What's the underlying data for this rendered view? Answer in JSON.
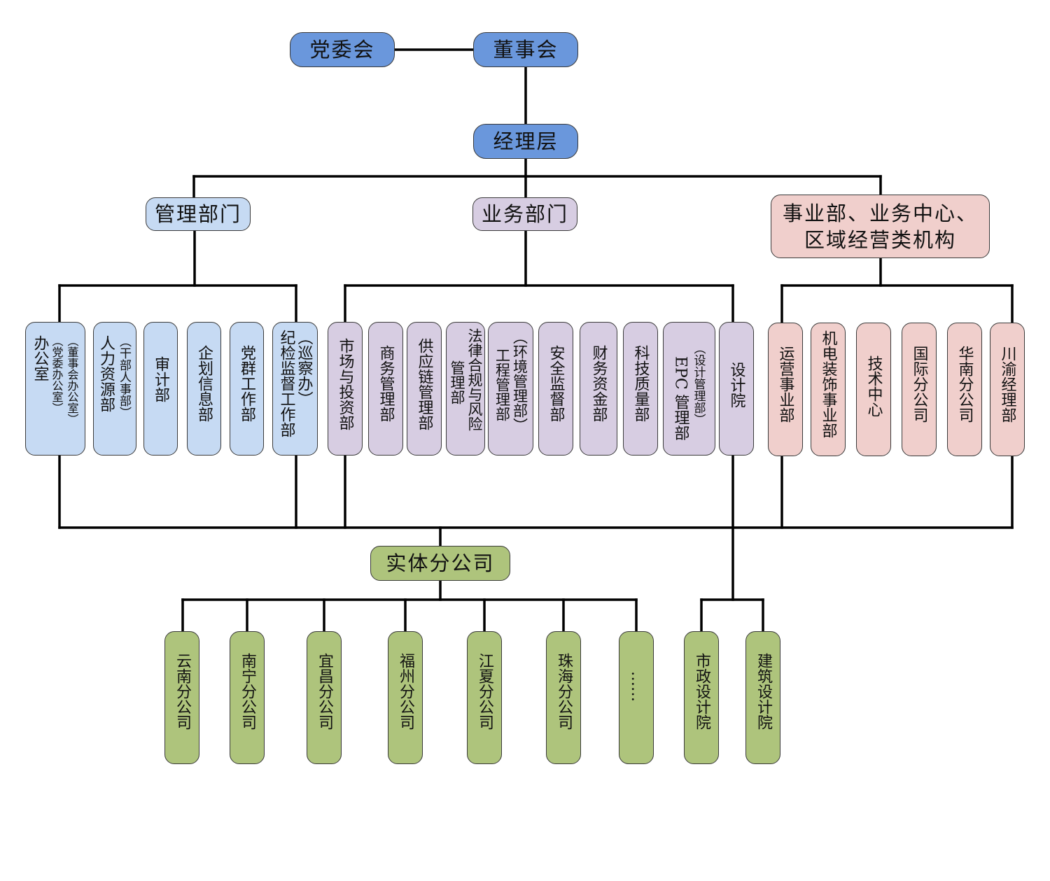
{
  "top": {
    "party": "党委会",
    "board": "董事会",
    "mgmt": "经理层"
  },
  "groups": {
    "admin": "管理部门",
    "business": "业务部门",
    "division_line1": "事业部、业务中心、",
    "division_line2": "区域经营类机构"
  },
  "admin_depts": [
    {
      "l1": "（董事会办公室）",
      "l2": "（党委办公室）",
      "l3": "办公室"
    },
    {
      "l1": "（干部人事部）",
      "l2": "人力资源部"
    },
    {
      "l1": "审计部"
    },
    {
      "l1": "企划信息部"
    },
    {
      "l1": "党群工作部"
    },
    {
      "l1": "（巡察办）",
      "l2": "纪检监督工作部"
    }
  ],
  "business_depts": [
    {
      "l1": "市场与投资部"
    },
    {
      "l1": "商务管理部"
    },
    {
      "l1": "供应链管理部"
    },
    {
      "l1": "法律合规与风险",
      "l2": "管理部"
    },
    {
      "l1": "（环境管理部）",
      "l2": "工程管理部"
    },
    {
      "l1": "安全监督部"
    },
    {
      "l1": "财务资金部"
    },
    {
      "l1": "科技质量部"
    },
    {
      "l1": "（设计管理部）",
      "l2": "EPC 管理部"
    },
    {
      "l1": "设计院"
    }
  ],
  "division_depts": [
    {
      "l1": "运营事业部"
    },
    {
      "l1": "机电装饰事业部"
    },
    {
      "l1": "技术中心"
    },
    {
      "l1": "国际分公司"
    },
    {
      "l1": "华南分公司"
    },
    {
      "l1": "川渝经理部"
    }
  ],
  "entity": "实体分公司",
  "branches": [
    {
      "l1": "云南分公司"
    },
    {
      "l1": "南宁分公司"
    },
    {
      "l1": "宜昌分公司"
    },
    {
      "l1": "福州分公司"
    },
    {
      "l1": "江夏分公司"
    },
    {
      "l1": "珠海分公司"
    },
    {
      "l1": "……"
    }
  ],
  "design_institutes": [
    {
      "l1": "市政设计院"
    },
    {
      "l1": "建筑设计院"
    }
  ]
}
